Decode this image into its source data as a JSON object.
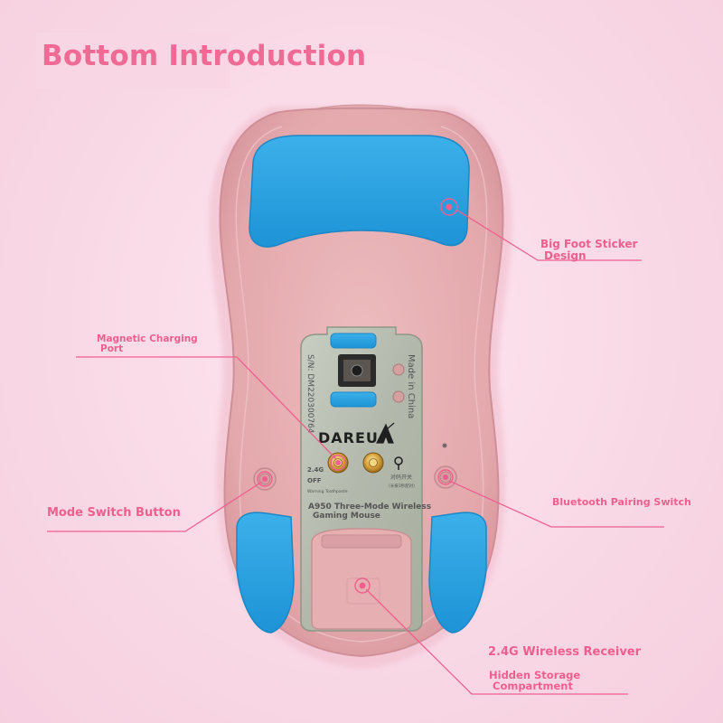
{
  "title": "Bottom Introduction",
  "callouts": {
    "big_foot": [
      "Big Foot Sticker",
      "Design"
    ],
    "magnetic": [
      "Magnetic Charging",
      "Port"
    ],
    "mode": [
      "Mode Switch Button"
    ],
    "bluetooth": [
      "Bluetooth Pairing Switch"
    ],
    "receiver": [
      "2.4G Wireless Receiver"
    ],
    "storage": [
      "Hidden Storage",
      "Compartment"
    ]
  },
  "plate": {
    "serial": "S/N: DM220300764",
    "origin": "Made in China",
    "brand": "DAREU",
    "mode_24g": "2.4G",
    "mode_off": "OFF",
    "warning": "Warning Toothpaste",
    "pairing": "对码开关",
    "pairing_sub": "(长按3秒配对)",
    "model_line1": "A950 Three-Mode Wireless",
    "model_line2": "Gaming Mouse"
  },
  "colors": {
    "accent": "#ef5f8e",
    "mouse_body": "#e7aeb1",
    "feet": "#2aa3e0",
    "plate": "#b3b9ad"
  }
}
